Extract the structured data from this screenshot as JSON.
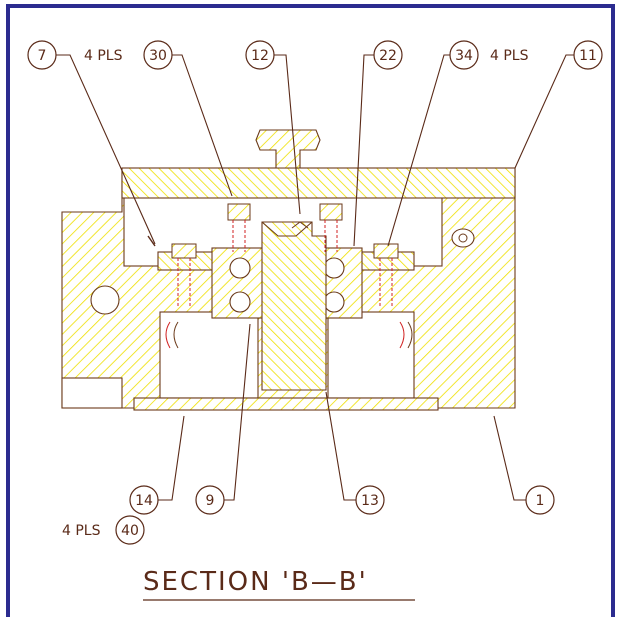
{
  "drawing": {
    "title": "SECTION 'B—B'",
    "colors": {
      "frame": "#2b2b8f",
      "line": "#6b3a1a",
      "hatch": "#f0e000",
      "screw_thread": "#d02020"
    },
    "notes": {
      "left_top": "4 PLS",
      "right_top": "4 PLS",
      "bottom_left": "4 PLS"
    },
    "balloons": [
      {
        "id": "7",
        "label": "7"
      },
      {
        "id": "30",
        "label": "30"
      },
      {
        "id": "12",
        "label": "12"
      },
      {
        "id": "22",
        "label": "22"
      },
      {
        "id": "34",
        "label": "34"
      },
      {
        "id": "11",
        "label": "11"
      },
      {
        "id": "14",
        "label": "14"
      },
      {
        "id": "9",
        "label": "9"
      },
      {
        "id": "13",
        "label": "13"
      },
      {
        "id": "1",
        "label": "1"
      },
      {
        "id": "40",
        "label": "40"
      }
    ]
  }
}
